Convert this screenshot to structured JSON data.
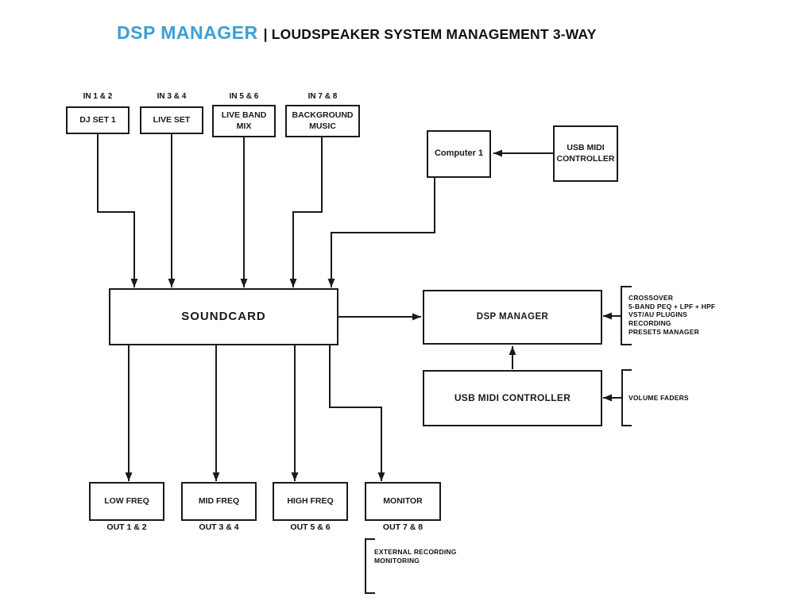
{
  "title": {
    "brand": "DSP MANAGER",
    "subtitle": "| LOUDSPEAKER SYSTEM MANAGEMENT 3-WAY"
  },
  "colors": {
    "brand_blue": "#3d9fd5",
    "line_black": "#1a1a1a"
  },
  "inputs": [
    {
      "port": "IN 1 & 2",
      "label": "DJ SET 1"
    },
    {
      "port": "IN 3 & 4",
      "label": "LIVE SET"
    },
    {
      "port": "IN 5 & 6",
      "label": "LIVE BAND MIX"
    },
    {
      "port": "IN 7 & 8",
      "label": "BACKGROUND MUSIC"
    }
  ],
  "nodes": {
    "computer": {
      "label": "Computer 1"
    },
    "usb_midi_controller_top": {
      "label": "USB MIDI CONTROLLER"
    },
    "soundcard": {
      "label": "SOUNDCARD"
    },
    "dsp_manager": {
      "label": "DSP MANAGER"
    },
    "usb_midi_controller_bottom": {
      "label": "USB MIDI CONTROLLER"
    }
  },
  "outputs": [
    {
      "label": "LOW FREQ",
      "port": "OUT 1 & 2"
    },
    {
      "label": "MID FREQ",
      "port": "OUT 3 & 4"
    },
    {
      "label": "HIGH FREQ",
      "port": "OUT 5 & 6"
    },
    {
      "label": "MONITOR",
      "port": "OUT 7 & 8"
    }
  ],
  "annotations": {
    "dsp_features": [
      "CROSSOVER",
      "5-BAND PEQ + LPF + HPF",
      "VST/AU PLUGINS",
      "RECORDING",
      "PRESETS MANAGER"
    ],
    "usb_midi_function": "VOLUME FADERS",
    "monitor_bracket": [
      "EXTERNAL RECORDING",
      "MONITORING"
    ]
  }
}
